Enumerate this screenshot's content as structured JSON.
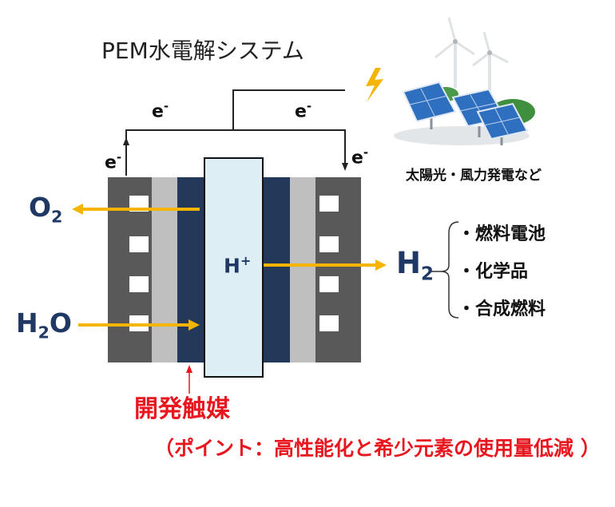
{
  "title": "PEM水電解システム",
  "electron": {
    "base": "e",
    "sup": "-"
  },
  "proton": {
    "base": "H",
    "sup": "+"
  },
  "oxygen": {
    "base": "O",
    "sub": "2"
  },
  "hydrogen": {
    "base": "H",
    "sub": "2"
  },
  "water": {
    "base1": "H",
    "sub": "2",
    "base2": "O"
  },
  "renewable_label": "太陽光・風力発電など",
  "uses": [
    "・燃料電池",
    "・化学品",
    "・合成燃料"
  ],
  "catalyst_label": "開発触媒",
  "point_note": "（ポイント：高性能化と希少元素の使用量低減 ）",
  "colors": {
    "arrow": "#f4b400",
    "chem": "#203864",
    "red": "#e8171f",
    "plate": "#595959",
    "membrane": "#deeef5"
  }
}
